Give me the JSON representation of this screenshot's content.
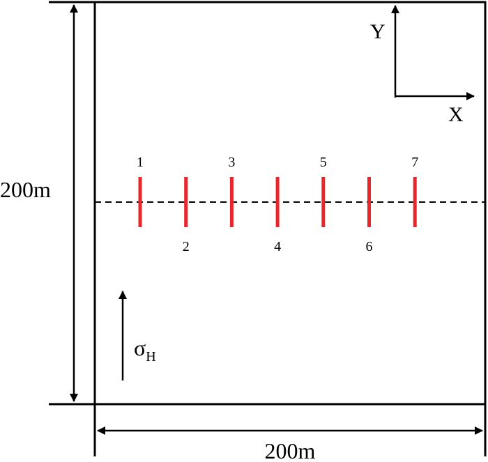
{
  "diagram": {
    "width_label": "200m",
    "height_label": "200m",
    "axis_x_label": "X",
    "axis_y_label": "Y",
    "stress_symbol": "σ",
    "stress_subscript": "H",
    "colors": {
      "fracture": "#e8262b",
      "line": "#000000",
      "background": "#ffffff"
    },
    "fractures": [
      {
        "label": "1",
        "label_position": "above"
      },
      {
        "label": "2",
        "label_position": "below"
      },
      {
        "label": "3",
        "label_position": "above"
      },
      {
        "label": "4",
        "label_position": "below"
      },
      {
        "label": "5",
        "label_position": "above"
      },
      {
        "label": "6",
        "label_position": "below"
      },
      {
        "label": "7",
        "label_position": "above"
      }
    ]
  }
}
